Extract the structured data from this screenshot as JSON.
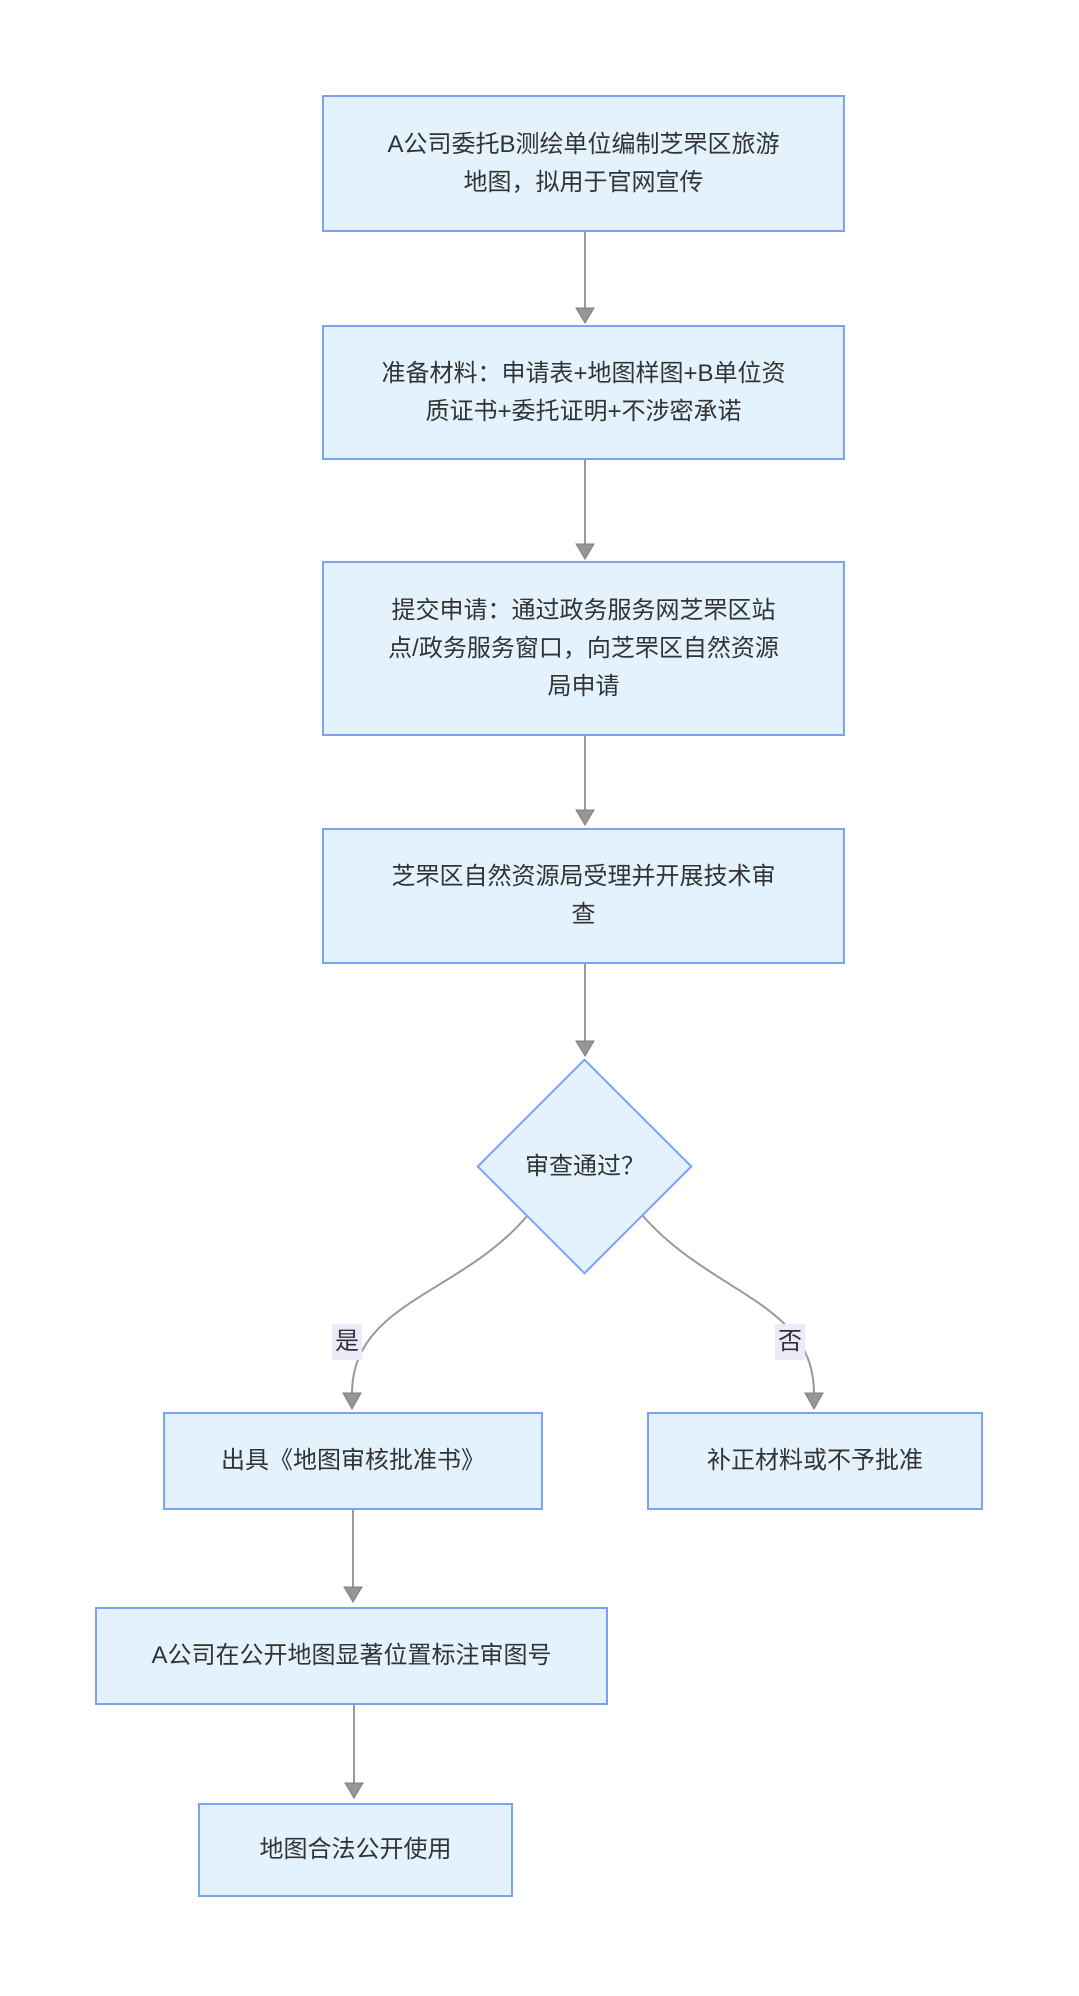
{
  "diagram": {
    "type": "flowchart",
    "direction": "top-down",
    "nodes": {
      "start": {
        "lines": [
          "A公司委托B测绘单位编制芝罘区旅游",
          "地图，拟用于官网宣传"
        ]
      },
      "prepare": {
        "lines": [
          "准备材料：申请表+地图样图+B单位资",
          "质证书+委托证明+不涉密承诺"
        ]
      },
      "submit": {
        "lines": [
          "提交申请：通过政务服务网芝罘区站",
          "点/政务服务窗口，向芝罘区自然资源",
          "局申请"
        ]
      },
      "review": {
        "lines": [
          "芝罘区自然资源局受理并开展技术审",
          "查"
        ]
      },
      "decision": {
        "lines": [
          "审查通过？"
        ]
      },
      "approve": {
        "lines": [
          "出具《地图审核批准书》"
        ]
      },
      "reject": {
        "lines": [
          "补正材料或不予批准"
        ]
      },
      "mark": {
        "lines": [
          "A公司在公开地图显著位置标注审图号"
        ]
      },
      "use": {
        "lines": [
          "地图合法公开使用"
        ]
      }
    },
    "edge_labels": {
      "yes": "是",
      "no": "否"
    },
    "colors": {
      "background": "#FFFFFF",
      "node_fill": "#E3F2FD",
      "node_border": "#79A4F6",
      "edge_line": "#999999",
      "arrowhead": "#969696",
      "edge_label_bg": "#ECEAF9",
      "text": "#333333"
    }
  }
}
